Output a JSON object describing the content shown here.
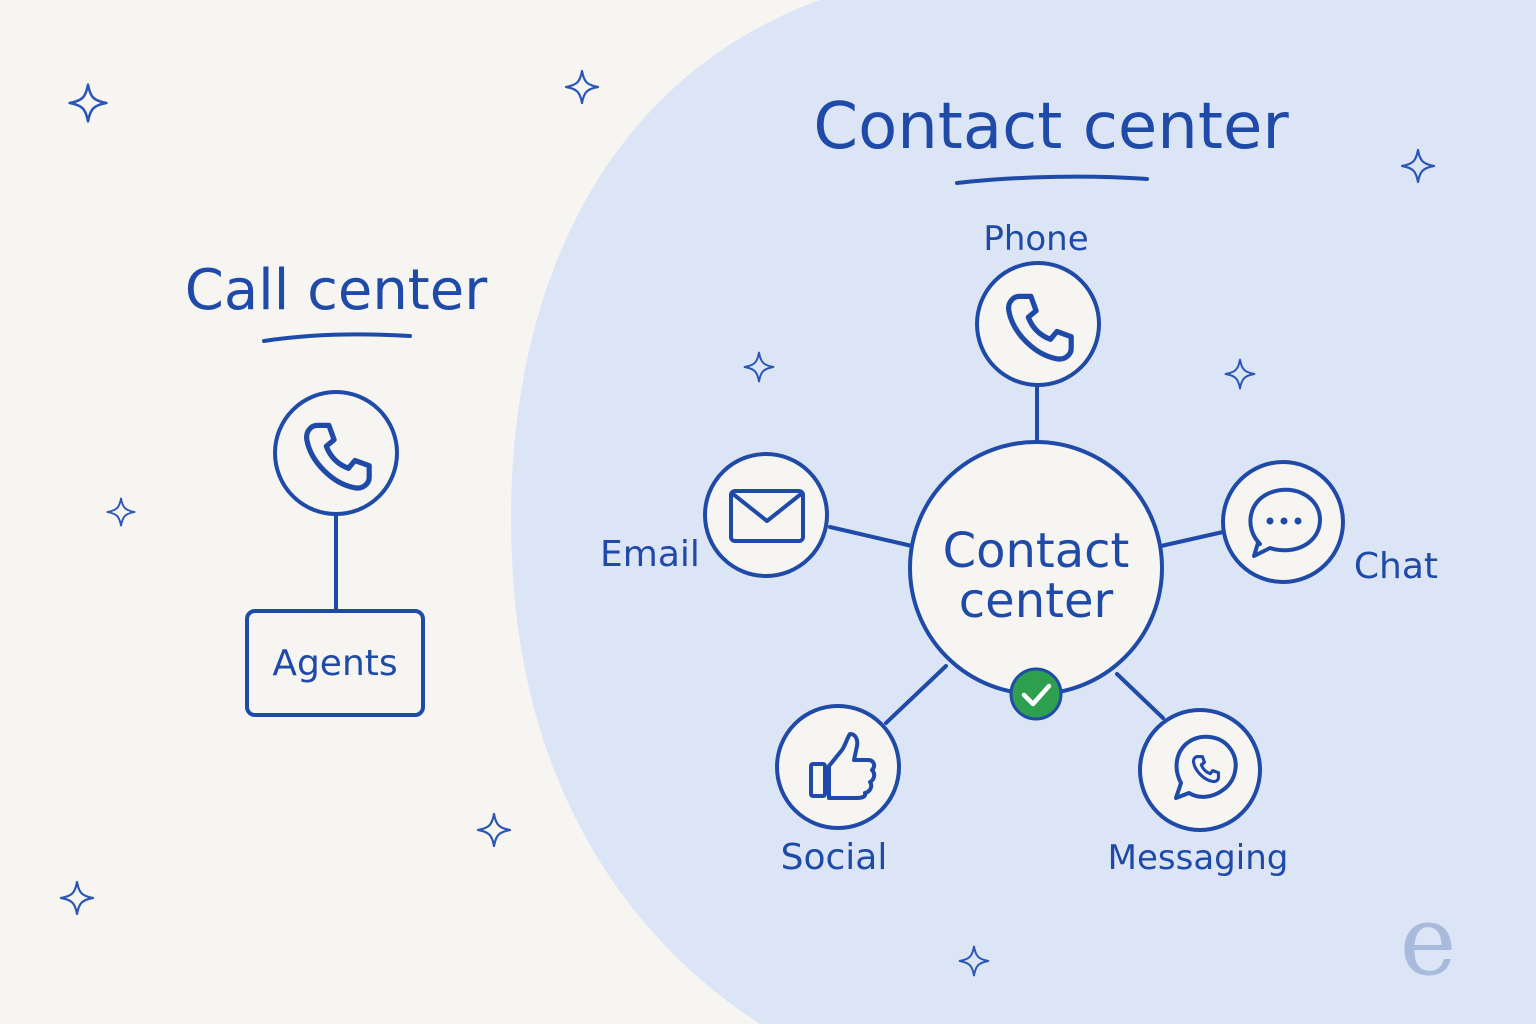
{
  "colors": {
    "background": "#f6f5f1",
    "panel": "#dce5f5",
    "ink": "#1f4aa8",
    "check_badge": "#2e9e4f",
    "logo": "#a9bbdc"
  },
  "left": {
    "title": "Call center",
    "phone_icon": "phone-icon",
    "agents_label": "Agents"
  },
  "right": {
    "title": "Contact center",
    "hub_line1": "Contact",
    "hub_line2": "center",
    "hub_badge_icon": "check-icon",
    "channels": {
      "phone": {
        "label": "Phone",
        "icon": "phone-icon"
      },
      "email": {
        "label": "Email",
        "icon": "envelope-icon"
      },
      "chat": {
        "label": "Chat",
        "icon": "chat-bubble-icon"
      },
      "social": {
        "label": "Social",
        "icon": "thumbs-up-icon"
      },
      "messaging": {
        "label": "Messaging",
        "icon": "whatsapp-icon"
      }
    }
  },
  "logo": {
    "letter": "e"
  }
}
